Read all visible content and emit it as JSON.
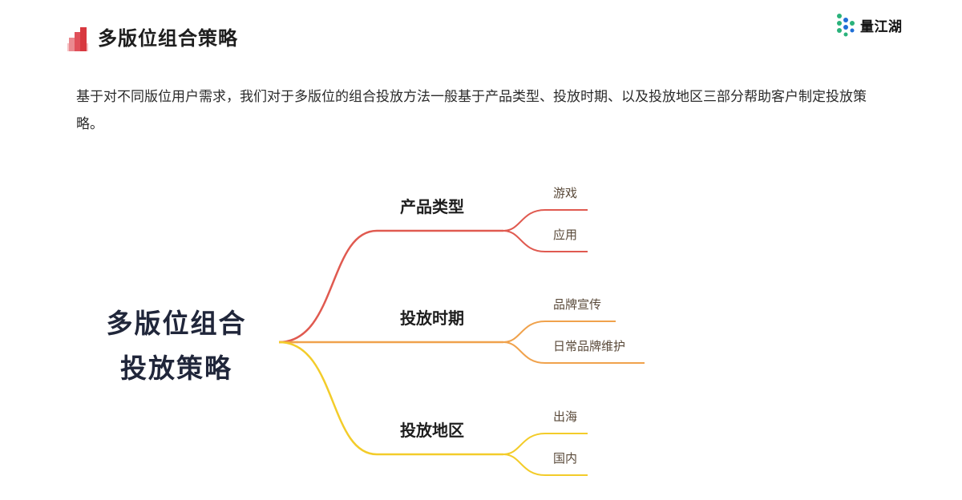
{
  "header": {
    "title": "多版位组合策略",
    "brand_name": "量江湖"
  },
  "intro": {
    "text": "基于对不同版位用户需求，我们对于多版位的组合投放方法一般基于产品类型、投放时期、以及投放地区三部分帮助客户制定投放策略。"
  },
  "mindmap": {
    "root": {
      "line1": "多版位组合",
      "line2": "投放策略"
    },
    "branches": [
      {
        "label": "产品类型",
        "color": "#e05a50",
        "leaves": [
          "游戏",
          "应用"
        ]
      },
      {
        "label": "投放时期",
        "color": "#f0a24c",
        "leaves": [
          "品牌宣传",
          "日常品牌维护"
        ]
      },
      {
        "label": "投放地区",
        "color": "#f3cc2a",
        "leaves": [
          "出海",
          "国内"
        ]
      }
    ]
  },
  "colors": {
    "title_icon": "#e0505a",
    "logo_green": "#2ab27b",
    "logo_blue": "#1f6fd6"
  }
}
